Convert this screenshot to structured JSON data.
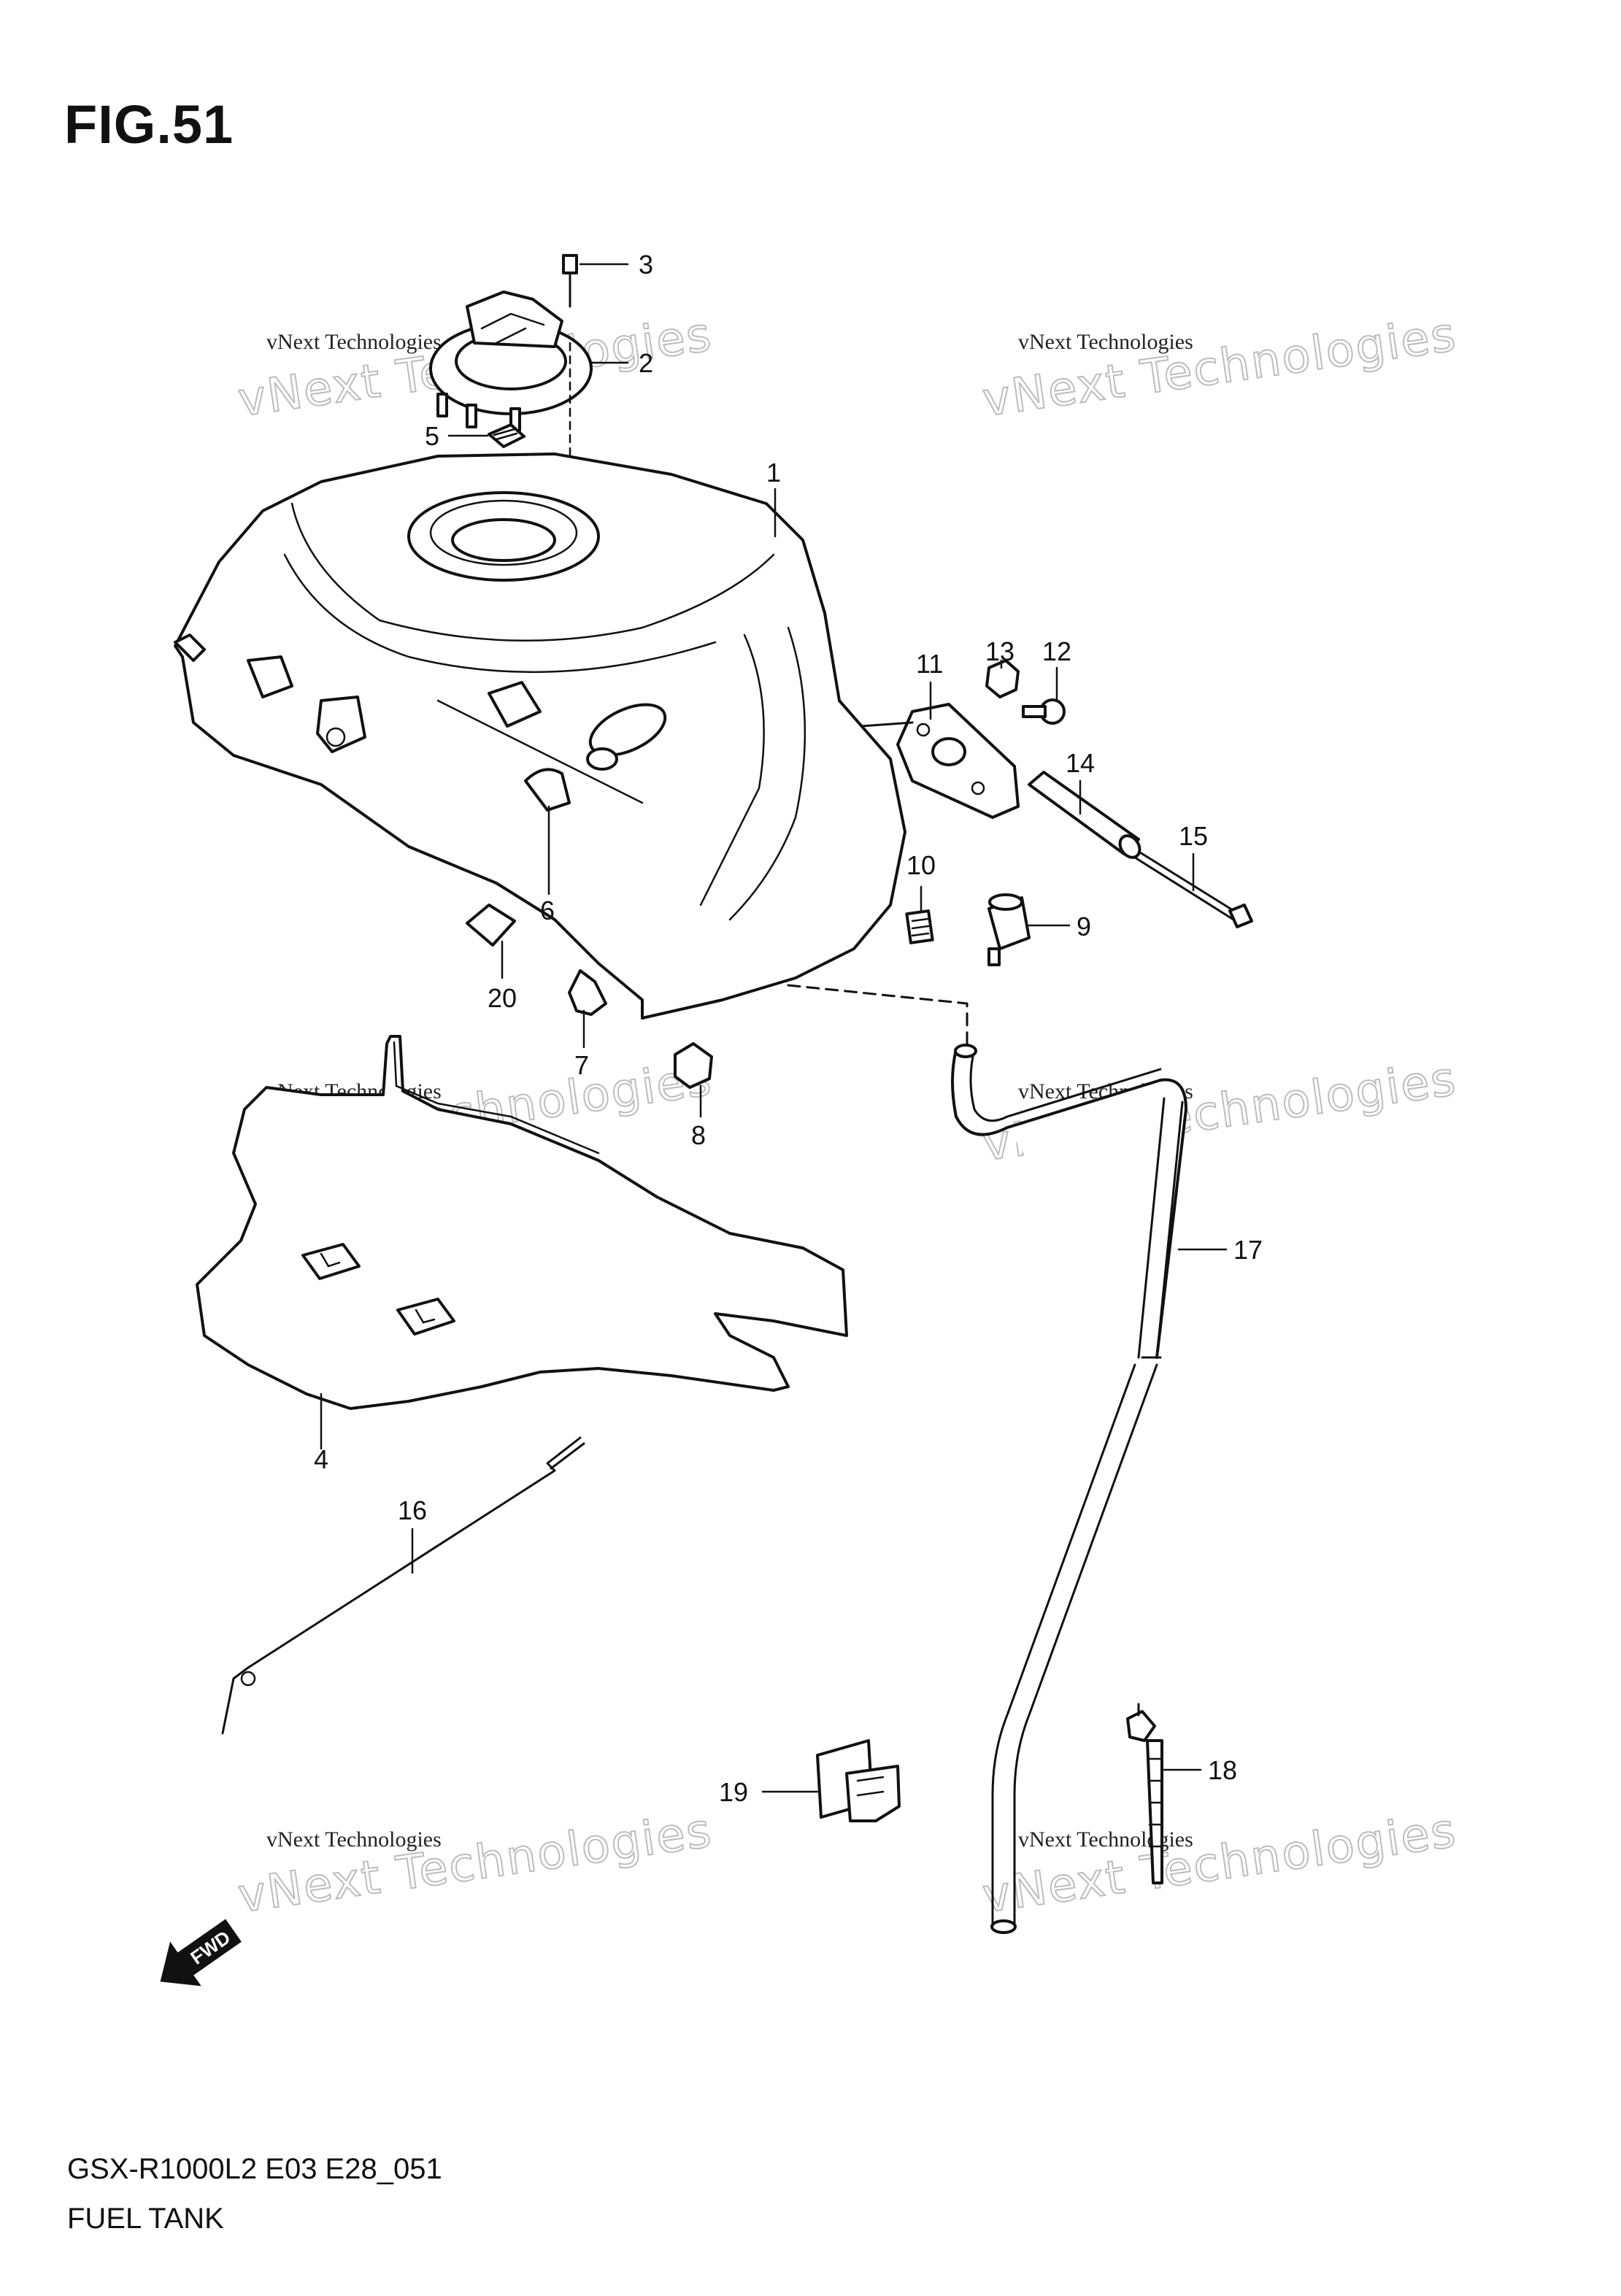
{
  "figure": {
    "title": "FIG.51",
    "code": "GSX-R1000L2 E03 E28_051",
    "name": "FUEL TANK"
  },
  "watermark": {
    "line_a": "vNext Technologies",
    "line_b": "vNext Technologies"
  },
  "fwd_label": "FWD",
  "callouts": [
    {
      "id": "1",
      "label": "1"
    },
    {
      "id": "2",
      "label": "2"
    },
    {
      "id": "3",
      "label": "3"
    },
    {
      "id": "4",
      "label": "4"
    },
    {
      "id": "5",
      "label": "5"
    },
    {
      "id": "6",
      "label": "6"
    },
    {
      "id": "7",
      "label": "7"
    },
    {
      "id": "8",
      "label": "8"
    },
    {
      "id": "9",
      "label": "9"
    },
    {
      "id": "10",
      "label": "10"
    },
    {
      "id": "11",
      "label": "11"
    },
    {
      "id": "12",
      "label": "12"
    },
    {
      "id": "13",
      "label": "13"
    },
    {
      "id": "14",
      "label": "14"
    },
    {
      "id": "15",
      "label": "15"
    },
    {
      "id": "16",
      "label": "16"
    },
    {
      "id": "17",
      "label": "17"
    },
    {
      "id": "18",
      "label": "18"
    },
    {
      "id": "19",
      "label": "19"
    },
    {
      "id": "20",
      "label": "20"
    }
  ]
}
